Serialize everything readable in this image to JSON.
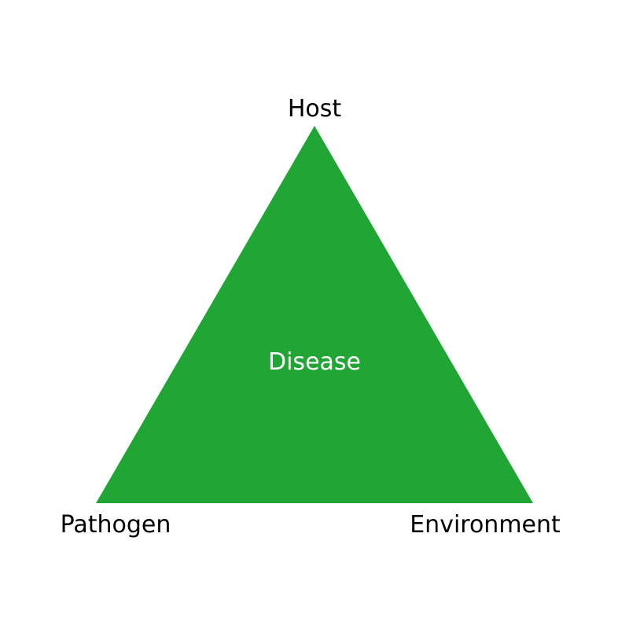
{
  "diagram": {
    "type": "disease-triangle",
    "fill_color": "#21a535",
    "label_color": "#000000",
    "center_label_color": "#ffffff",
    "vertices": {
      "top": "Host",
      "bottom_left": "Pathogen",
      "bottom_right": "Environment"
    },
    "center": "Disease"
  }
}
